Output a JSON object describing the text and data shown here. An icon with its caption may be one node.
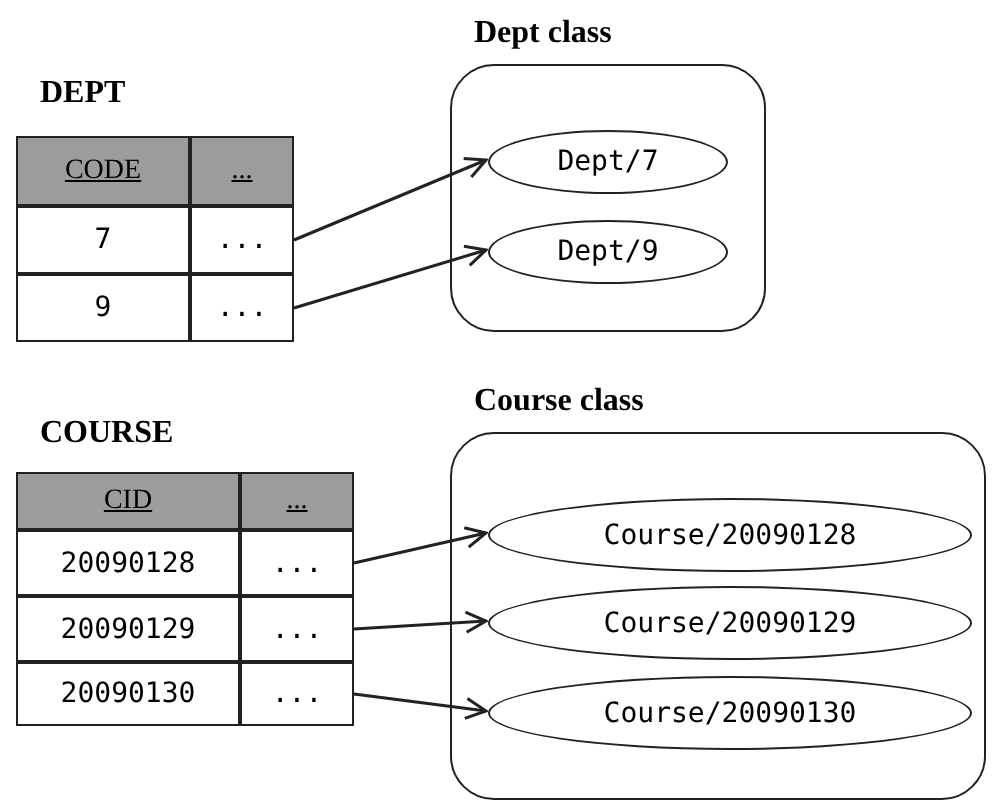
{
  "diagram": {
    "nodes": [
      {
        "text": [
          "..."
        ]
      },
      {
        "text": [
          "..."
        ]
      },
      {
        "text": [
          "Dept class"
        ]
      },
      {
        "text": [
          "Dept/7"
        ],
        "in": 2
      },
      {
        "text": [
          "Dept/9"
        ],
        "in": 2
      },
      {
        "text": [
          "..."
        ]
      },
      {
        "text": [
          "..."
        ]
      },
      {
        "text": [
          "..."
        ]
      },
      {
        "text": [
          "Course class"
        ]
      },
      {
        "text": [
          "Course/20090128"
        ],
        "in": 8
      },
      {
        "text": [
          "Course/20090129"
        ],
        "in": 8
      },
      {
        "text": [
          "Course/20090130"
        ],
        "in": 8
      }
    ],
    "edges": [
      {
        "from": 0,
        "to": 3,
        "arrow": "to"
      },
      {
        "from": 1,
        "to": 4,
        "arrow": "to"
      },
      {
        "from": 5,
        "to": 9,
        "arrow": "to"
      },
      {
        "from": 6,
        "to": 10,
        "arrow": "to"
      },
      {
        "from": 7,
        "to": 11,
        "arrow": "to"
      }
    ],
    "labels": [
      "DEPT",
      "CODE",
      "...",
      "7",
      "9",
      "COURSE",
      "CID",
      "...",
      "20090128",
      "20090129",
      "20090130"
    ]
  }
}
